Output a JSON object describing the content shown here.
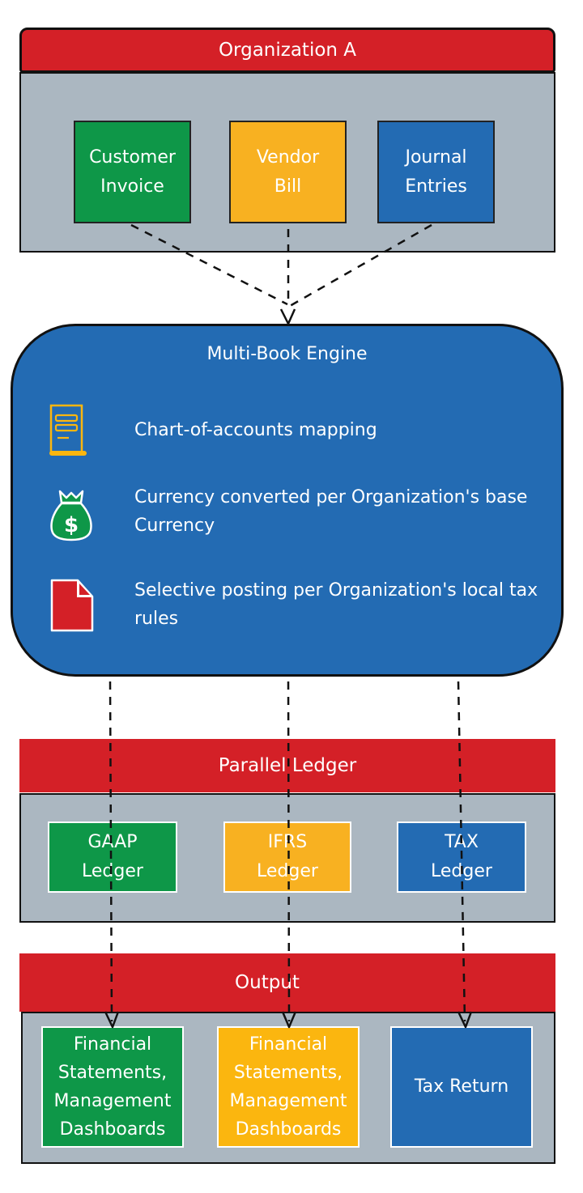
{
  "diagram": {
    "organization": {
      "title": "Organization A",
      "sources": [
        {
          "label": "Customer\nInvoice",
          "color": "#0e9748"
        },
        {
          "label": "Vendor\nBill",
          "color": "#f8b121"
        },
        {
          "label": "Journal\nEntries",
          "color": "#236bb3"
        }
      ]
    },
    "engine": {
      "title": "Multi-Book Engine",
      "features": [
        {
          "icon": "document-list-icon",
          "text": "Chart-of-accounts mapping"
        },
        {
          "icon": "money-bag-icon",
          "text": "Currency converted per Organization's base Currency"
        },
        {
          "icon": "red-file-icon",
          "text": "Selective posting per Organization's local tax rules"
        }
      ]
    },
    "parallel_ledger": {
      "title": "Parallel Ledger",
      "ledgers": [
        {
          "label": "GAAP\nLedger",
          "color": "#0e9748"
        },
        {
          "label": "IFRS\nLedger",
          "color": "#f8b121"
        },
        {
          "label": "TAX\nLedger",
          "color": "#236bb3"
        }
      ]
    },
    "output": {
      "title": "Output",
      "items": [
        {
          "label": "Financial\nStatements,\nManagement\nDashboards",
          "color": "#0e9748"
        },
        {
          "label": "Financial\nStatements,\nManagement\nDashboards",
          "color": "#fbb60f"
        },
        {
          "label": "Tax Return",
          "color": "#236bb3"
        }
      ]
    },
    "colors": {
      "banner_red": "#d42027",
      "panel_gray": "#abb7c1",
      "engine_blue": "#236bb3"
    }
  }
}
